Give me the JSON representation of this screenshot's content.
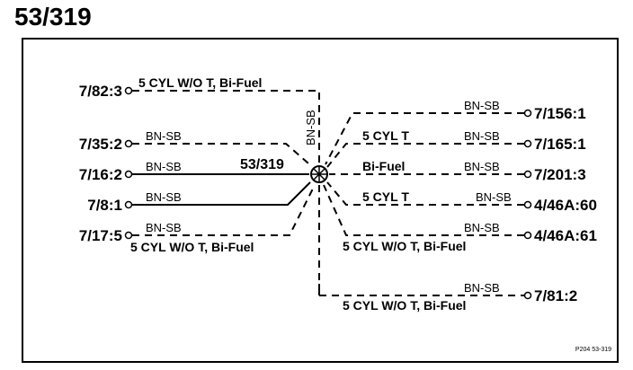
{
  "page": {
    "title": "53/319",
    "ref": "P204 53-319"
  },
  "splice": {
    "label": "53/319"
  },
  "left_terminals": [
    {
      "id": "7/82:3",
      "wire": "",
      "note": "5 CYL W/O T, Bi-Fuel"
    },
    {
      "id": "7/35:2",
      "wire": "BN-SB",
      "note": ""
    },
    {
      "id": "7/16:2",
      "wire": "BN-SB",
      "note": ""
    },
    {
      "id": "7/8:1",
      "wire": "BN-SB",
      "note": ""
    },
    {
      "id": "7/17:5",
      "wire": "BN-SB",
      "note": "5 CYL W/O T, Bi-Fuel"
    }
  ],
  "right_terminals": [
    {
      "id": "7/156:1",
      "wire": "BN-SB",
      "note": ""
    },
    {
      "id": "7/165:1",
      "wire": "BN-SB",
      "note": "5 CYL T"
    },
    {
      "id": "7/201:3",
      "wire": "BN-SB",
      "note": "Bi-Fuel"
    },
    {
      "id": "4/46A:60",
      "wire": "BN-SB",
      "note": "5 CYL T"
    },
    {
      "id": "4/46A:61",
      "wire": "BN-SB",
      "note": "5 CYL W/O T, Bi-Fuel"
    },
    {
      "id": "7/81:2",
      "wire": "BN-SB",
      "note": "5 CYL W/O T, Bi-Fuel"
    }
  ],
  "vertical_wire": {
    "wire": "BN-SB"
  }
}
